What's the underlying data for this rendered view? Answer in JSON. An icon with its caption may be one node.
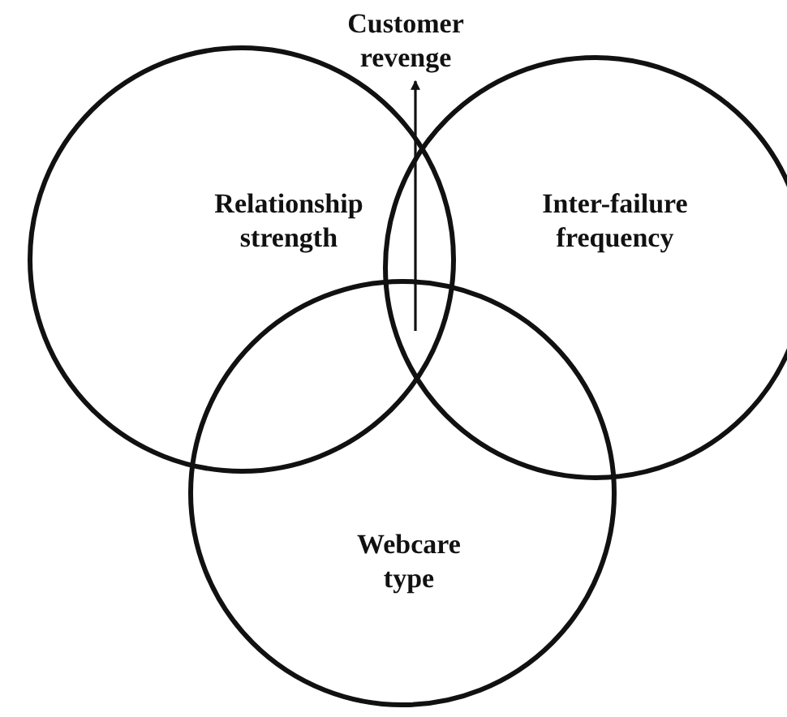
{
  "diagram": {
    "nodes": [
      {
        "text": [
          "Relationship strength"
        ]
      },
      {
        "text": [
          "Inter-failure frequency"
        ]
      },
      {
        "text": [
          "Webcare type"
        ]
      },
      {
        "text": [
          "Customer revenge"
        ]
      }
    ],
    "edges": [
      {
        "from": 0,
        "to": 3,
        "arrow": "to"
      },
      {
        "from": 1,
        "to": 3,
        "arrow": "to"
      },
      {
        "from": 2,
        "to": 3,
        "arrow": "to"
      }
    ]
  }
}
